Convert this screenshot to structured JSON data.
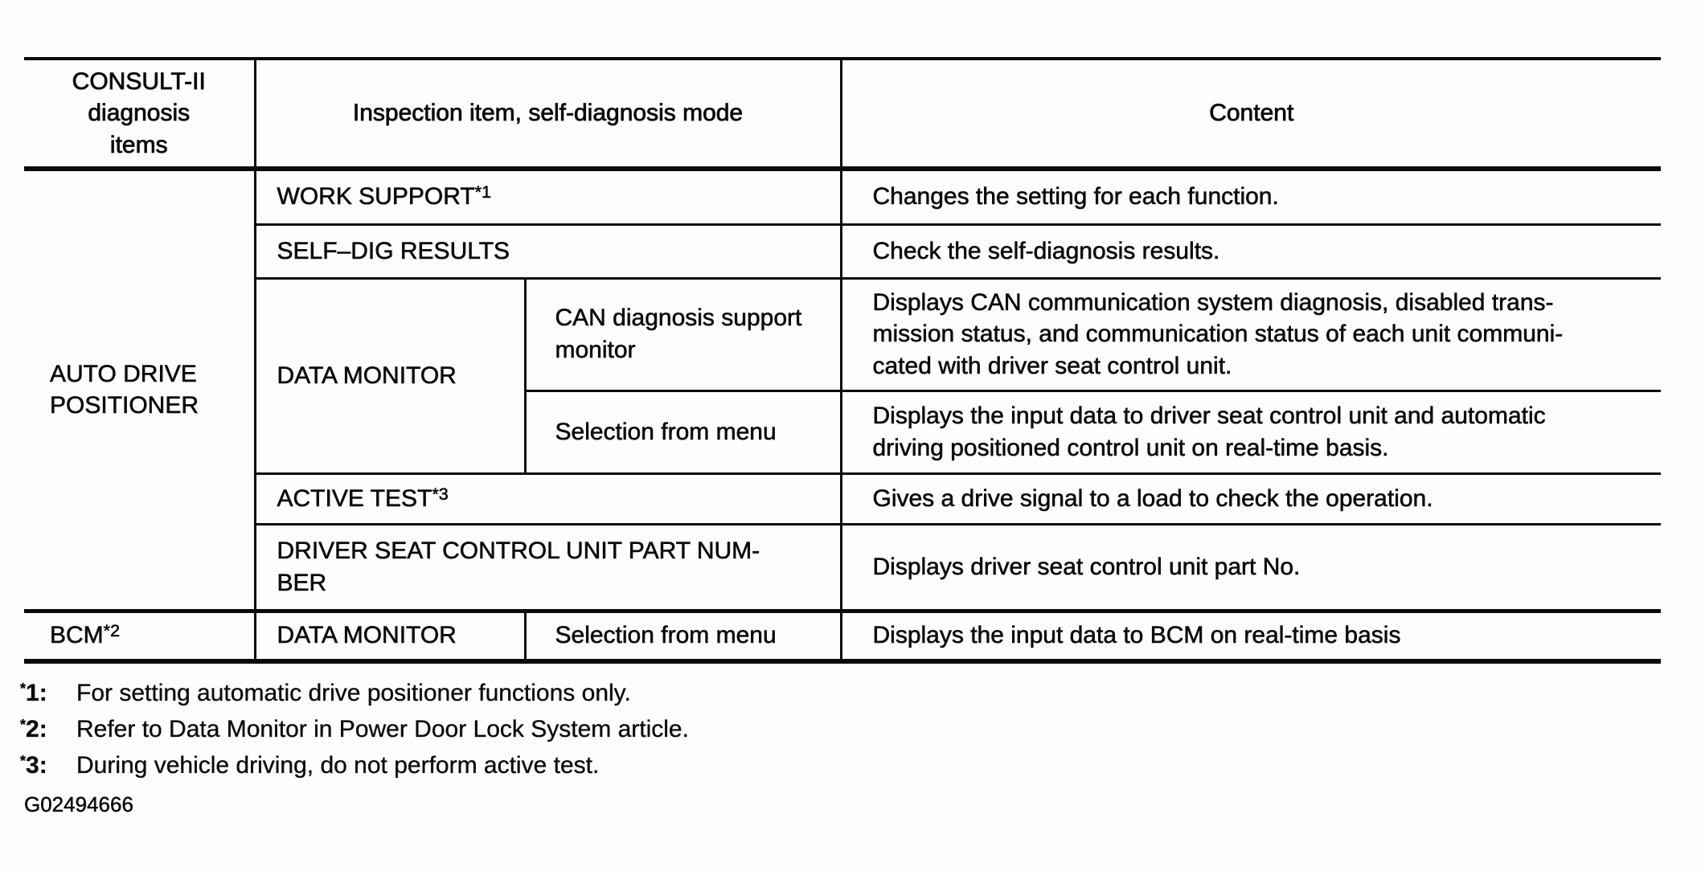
{
  "document": {
    "table": {
      "header": {
        "diagnosis_col": "CONSULT-II\ndiagnosis\nitems",
        "inspection_col": "Inspection item, self-diagnosis mode",
        "content_col": "Content"
      },
      "groups": {
        "auto_drive": {
          "label": "AUTO DRIVE\nPOSITIONER"
        },
        "bcm": {
          "label": "BCM",
          "sup": "*2"
        }
      },
      "rows": [
        {
          "item": "WORK SUPPORT",
          "item_sup": "*1",
          "content": "Changes the setting for each function."
        },
        {
          "item": "SELF–DIG RESULTS",
          "item_sup": "",
          "content": "Check the self-diagnosis results."
        },
        {
          "item": "DATA MONITOR",
          "mode": "CAN diagnosis support\nmonitor",
          "content": "Displays CAN communication system diagnosis, disabled trans-\nmission status, and communication status of each unit communi-\ncated with driver seat control unit."
        },
        {
          "mode": "Selection from menu",
          "content": "Displays the input data to driver seat control unit and automatic\ndriving positioned control unit on real-time basis."
        },
        {
          "item": "ACTIVE TEST",
          "item_sup": "*3",
          "content": "Gives a drive signal to a load to check the operation."
        },
        {
          "item": "DRIVER SEAT CONTROL UNIT PART NUM-\nBER",
          "item_sup": "",
          "content": "Displays driver seat control unit part No."
        },
        {
          "item": "DATA MONITOR",
          "mode": "Selection from menu",
          "content": "Displays the input data to BCM on real-time basis"
        }
      ]
    },
    "footnotes": [
      {
        "marker_star": "*",
        "marker_num": "1:",
        "text": "For setting automatic drive positioner functions only."
      },
      {
        "marker_star": "*",
        "marker_num": "2:",
        "text": "Refer to Data Monitor in Power Door Lock System article."
      },
      {
        "marker_star": "*",
        "marker_num": "3:",
        "text": "During vehicle driving, do not perform active test."
      }
    ],
    "figure_id": "G02494666"
  }
}
